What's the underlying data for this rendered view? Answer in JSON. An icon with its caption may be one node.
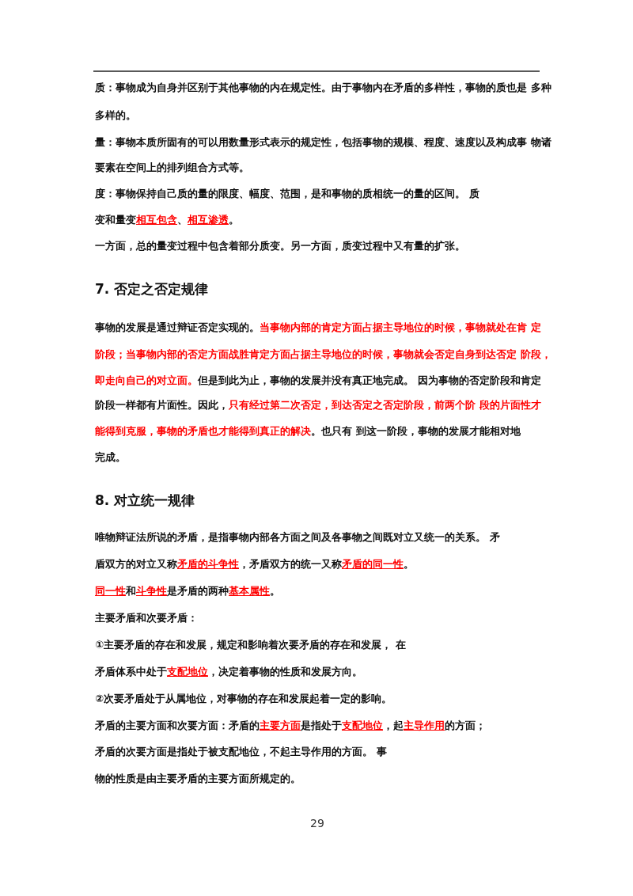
{
  "diagram": {
    "labels": [
      "质：事物成为自身并区别于其他事物的内在规定性。由于事物内在矛盾的多样性，事物的质也是 多种",
      "多样的。",
      "量：事物本质所固有的可以用数量形式表示的规定性，包括事物的规模、程度、速度以及构成事 物诸",
      "要素在空间上的排列组合方式等。",
      "度：事物保持自己质的量的限度、幅度、范围，是和事物的质相统一的量的区间。 质",
      "变和量变**相互包含**、**相互渗透**。",
      "一方面，总的量变过程中包含着部分质变。另一方面，质变过程中又有量的扩张。",
      "7. 否定之否定规律",
      "事物的发展是通过辩证否定实现的。**当事物内部的肯定方面占据主导地位的时候，事物就处在肯 定**",
      "**阶段；当事物内部的否定方面战胜肯定方面占据主导地位的时候，事物就会否定自身到达否定 阶段，**",
      "**即走向自己的对立面。**但是到此为止，事物的发展并没有真正地完成。 因为事物的否定阶段和肯定",
      "阶段一样都有片面性。因此，**只有经过第二次否定，到达否定之否定阶段，前两个阶 段的片面性才**",
      "**能得到克服，事物的矛盾也才能得到真正的解决**。也只有 到这一阶段，事物的发展才能相对地",
      "完成。",
      "8. 对立统一规律",
      "唯物辩证法所说的矛盾，是指事物内部各方面之间及各事物之间既对立又统一的关系。 矛",
      "盾双方的对立又称**矛盾的斗争性**，矛盾双方的统一又称**矛盾的同一性**。",
      "**同一性**和**斗争性**是矛盾的两种**基本属性**。",
      "主要矛盾和次要矛盾：",
      "①主要矛盾的存在和发展，规定和影响着次要矛盾的存在和发展， 在",
      "矛盾体系中处于**支配地位**，决定着事物的性质和发展方向。",
      "②次要矛盾处于从属地位，对事物的存在和发展起着一定的影响。",
      "矛盾的主要方面和次要方面：矛盾的**主要方面**是指处于**支配地位**，起**主导作用**的方面；",
      "矛盾的次要方面是指处于被支配地位，不起主导作用的方面。 事",
      "物的性质是由主要矛盾的主要方面所规定的。",
      "29"
    ]
  }
}
